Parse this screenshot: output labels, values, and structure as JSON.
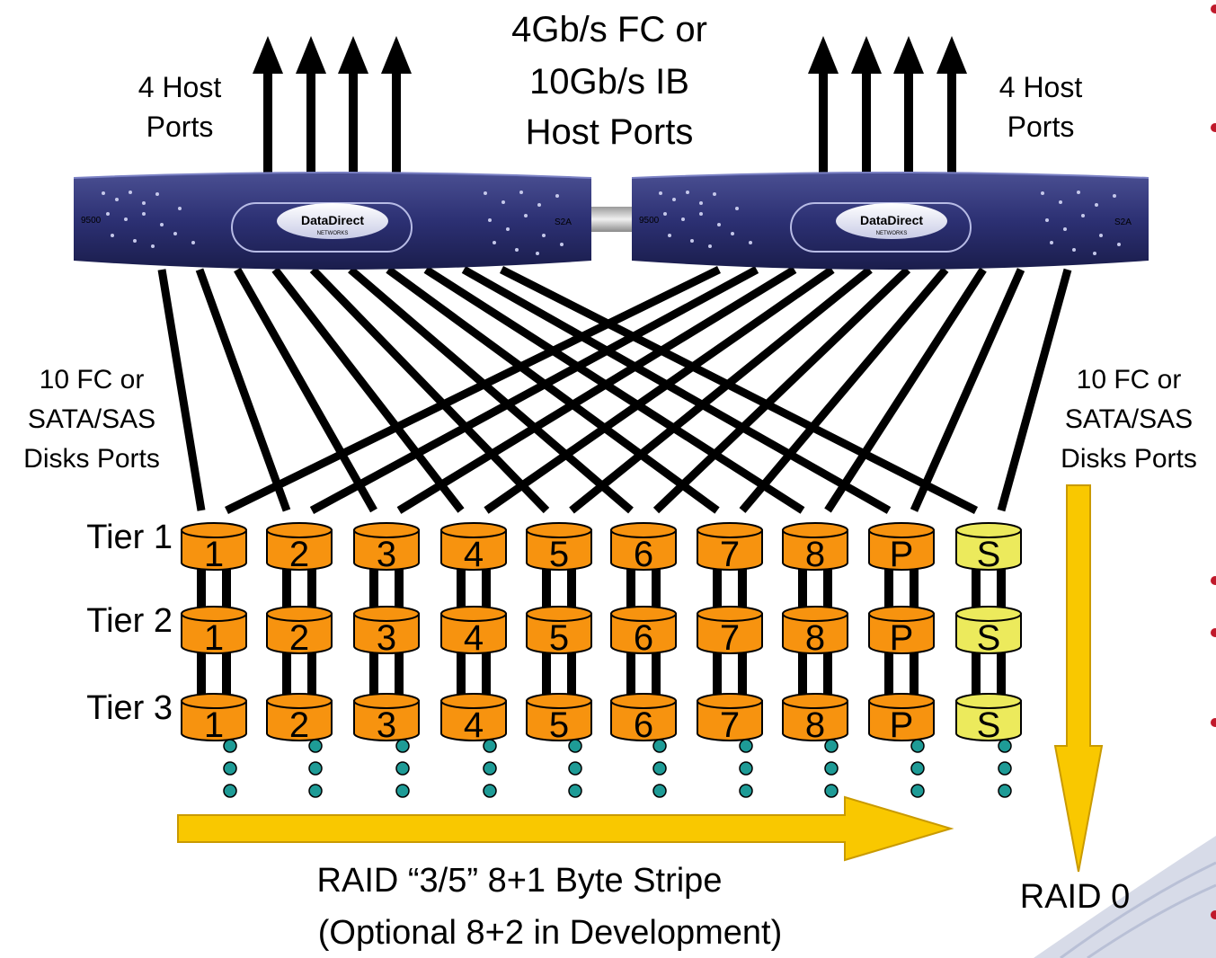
{
  "host_ports_title": [
    "4Gb/s FC or",
    "10Gb/s IB",
    "Host Ports"
  ],
  "host_ports_left": [
    "4 Host",
    "Ports"
  ],
  "host_ports_right": [
    "4 Host",
    "Ports"
  ],
  "controller_left": {
    "model": "9500",
    "brand": "DataDirect",
    "brand_sub": "NETWORKS",
    "series": "S2A"
  },
  "controller_right": {
    "model": "9500",
    "brand": "DataDirect",
    "brand_sub": "NETWORKS",
    "series": "S2A"
  },
  "disk_ports_left": [
    "10 FC or",
    "SATA/SAS",
    "Disks Ports"
  ],
  "disk_ports_right": [
    "10 FC or",
    "SATA/SAS",
    "Disks Ports"
  ],
  "tiers": [
    "Tier 1",
    "Tier 2",
    "Tier 3"
  ],
  "disk_labels": [
    "1",
    "2",
    "3",
    "4",
    "5",
    "6",
    "7",
    "8",
    "P",
    "S"
  ],
  "stripe_label": [
    "RAID “3/5” 8+1 Byte Stripe",
    "(Optional 8+2 in Development)"
  ],
  "raid0_label": "RAID 0",
  "colors": {
    "data_disk": "#f7930f",
    "spare_disk": "#ecea5c",
    "arrow": "#f9c800",
    "dots": "#1e9b96",
    "controller": "#2b2f6e"
  }
}
